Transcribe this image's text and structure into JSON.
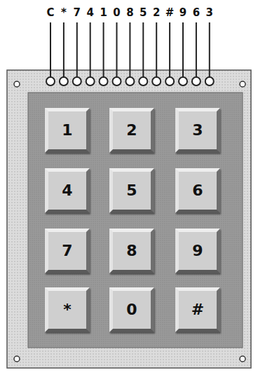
{
  "diagram": {
    "nodes": [
      {
        "text": [
          "1"
        ]
      },
      {
        "text": [
          "2"
        ]
      },
      {
        "text": [
          "3"
        ]
      },
      {
        "text": [
          "4"
        ]
      },
      {
        "text": [
          "5"
        ]
      },
      {
        "text": [
          "6"
        ]
      },
      {
        "text": [
          "7"
        ]
      },
      {
        "text": [
          "8"
        ]
      },
      {
        "text": [
          "9"
        ]
      },
      {
        "text": [
          "*"
        ]
      },
      {
        "text": [
          "0"
        ]
      },
      {
        "text": [
          "#"
        ]
      }
    ],
    "labels": [
      "C",
      "*",
      "7",
      "4",
      "1",
      "0",
      "8",
      "5",
      "2",
      "#",
      "9",
      "6",
      "3"
    ]
  }
}
